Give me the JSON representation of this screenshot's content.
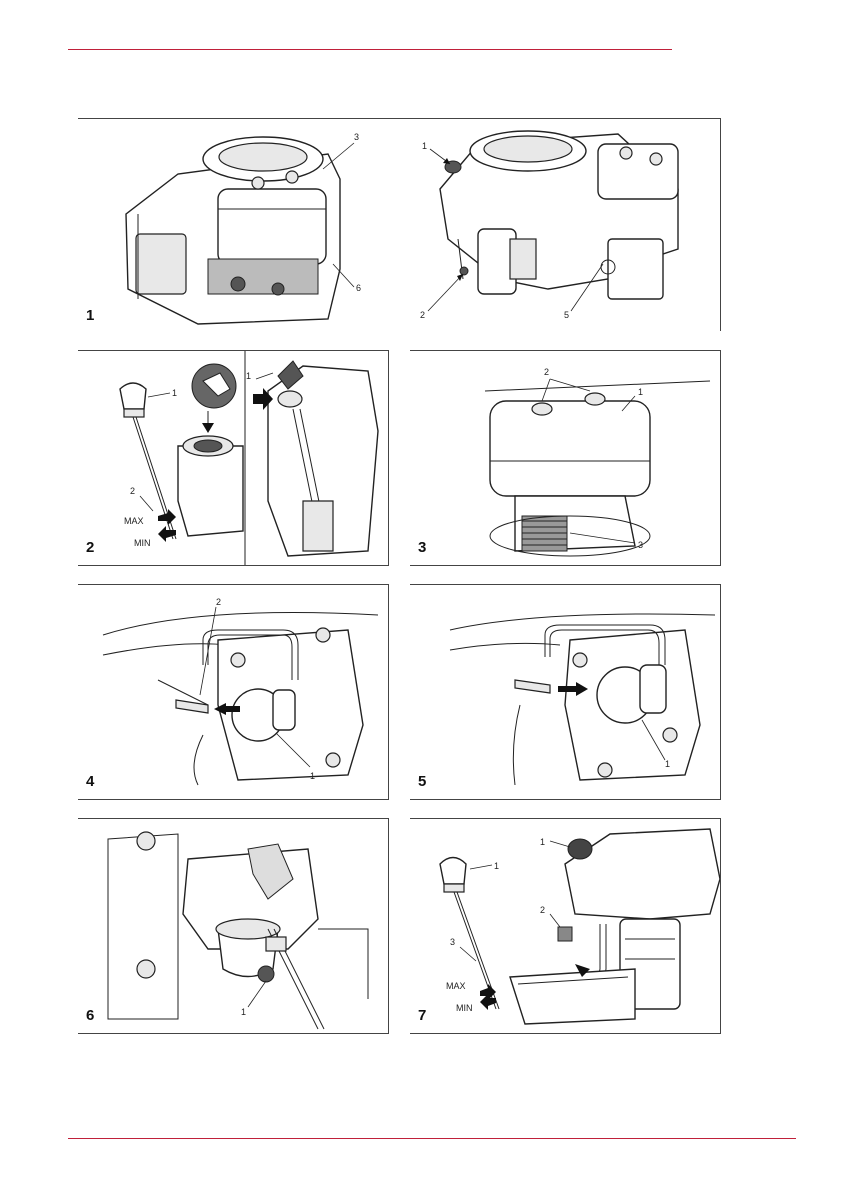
{
  "figures": [
    {
      "number": "1",
      "callouts": [
        "3",
        "6",
        "1",
        "2",
        "5"
      ]
    },
    {
      "number": "2",
      "callouts": [
        "1",
        "2",
        "1"
      ],
      "dipstick": {
        "max_label": "MAX",
        "min_label": "MIN"
      }
    },
    {
      "number": "3",
      "callouts": [
        "2",
        "1",
        "3"
      ]
    },
    {
      "number": "4",
      "callouts": [
        "2",
        "1"
      ]
    },
    {
      "number": "5",
      "callouts": [
        "1"
      ]
    },
    {
      "number": "6",
      "callouts": [
        "1"
      ]
    },
    {
      "number": "7",
      "callouts": [
        "1",
        "1",
        "2",
        "3"
      ],
      "dipstick": {
        "max_label": "MAX",
        "min_label": "MIN"
      }
    }
  ],
  "colors": {
    "rule": "#c0203a",
    "line_art": "#222222"
  }
}
